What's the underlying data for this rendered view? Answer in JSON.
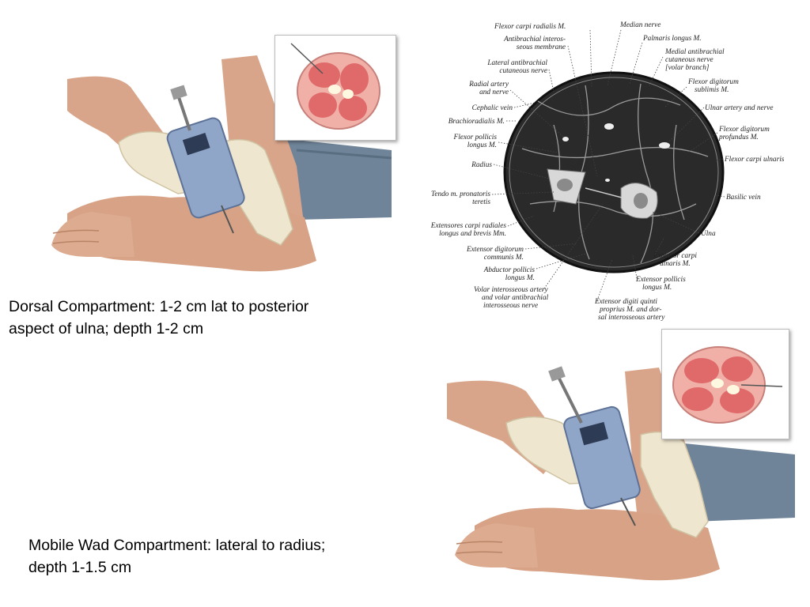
{
  "captions": {
    "dorsal": {
      "line1": "Dorsal Compartment: 1-2 cm lat to posterior",
      "line2": "aspect of ulna; depth 1-2 cm"
    },
    "mobile_wad": {
      "line1": "Mobile Wad Compartment: lateral to radius;",
      "line2": "depth 1-1.5 cm"
    }
  },
  "cross_section": {
    "labels": [
      [
        "Flexor carpi radialis M."
      ],
      [
        "Median nerve"
      ],
      [
        "Antibrachial interos-",
        "seous membrane"
      ],
      [
        "Palmaris longus M."
      ],
      [
        "Medial antibrachial",
        "cutaneous nerve",
        "[volar branch]"
      ],
      [
        "Lateral antibrachial",
        "cutaneous nerve"
      ],
      [
        "Radial artery",
        "and nerve"
      ],
      [
        "Flexor digitorum",
        "sublimis M."
      ],
      [
        "Cephalic vein"
      ],
      [
        "Ulnar artery and nerve"
      ],
      [
        "Brachioradialis M."
      ],
      [
        "Flexor digitorum",
        "profundus M."
      ],
      [
        "Flexor pollicis",
        "longus M."
      ],
      [
        "Radius"
      ],
      [
        "Flexor carpi ulnaris"
      ],
      [
        "Tendo m. pronatoris",
        "teretis"
      ],
      [
        "Basilic vein"
      ],
      [
        "Extensores carpi radiales",
        "longus and brevis Mm."
      ],
      [
        "Ulna"
      ],
      [
        "Extensor digitorum",
        "communis M."
      ],
      [
        "Extensor carpi",
        "ulnaris M."
      ],
      [
        "Abductor pollicis",
        "longus M."
      ],
      [
        "Extensor pollicis",
        "longus M."
      ],
      [
        "Volar interosseous artery",
        "and volar antibrachial",
        "interosseous nerve"
      ],
      [
        "Extensor digiti quinti",
        "proprius M. and dor-",
        "sal interosseous artery"
      ]
    ]
  },
  "colors": {
    "skin": "#d9a58a",
    "glove": "#efe6cf",
    "sleeve": "#6f8499",
    "device": "#8fa6c8",
    "muscle_red": "#e06a6a",
    "section_dark": "#2a2a2a"
  }
}
